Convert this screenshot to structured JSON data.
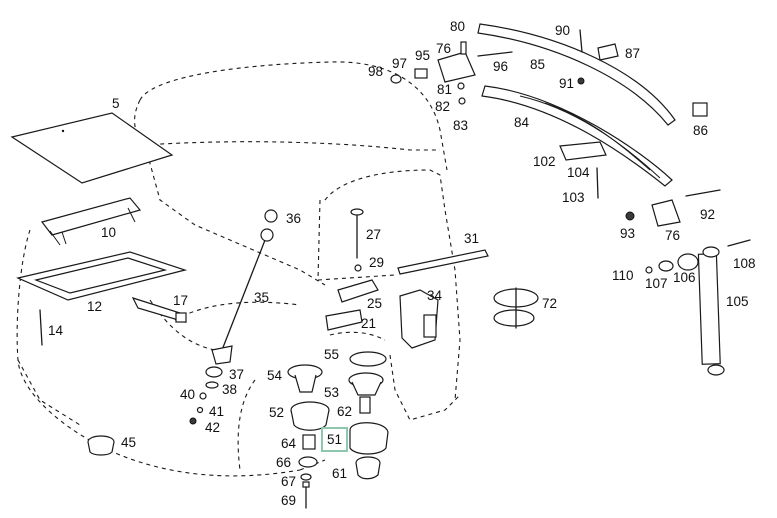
{
  "highlight": {
    "label": "51",
    "color": "#8fc7ae"
  },
  "labels": [
    "5",
    "10",
    "12",
    "14",
    "17",
    "21",
    "25",
    "27",
    "29",
    "31",
    "34",
    "35",
    "36",
    "37",
    "38",
    "40",
    "41",
    "42",
    "45",
    "51",
    "52",
    "53",
    "54",
    "55",
    "61",
    "62",
    "64",
    "66",
    "67",
    "69",
    "72",
    "76",
    "76",
    "80",
    "81",
    "82",
    "83",
    "84",
    "85",
    "86",
    "87",
    "90",
    "91",
    "92",
    "93",
    "95",
    "96",
    "97",
    "98",
    "102",
    "103",
    "104",
    "105",
    "106",
    "107",
    "108",
    "110"
  ]
}
